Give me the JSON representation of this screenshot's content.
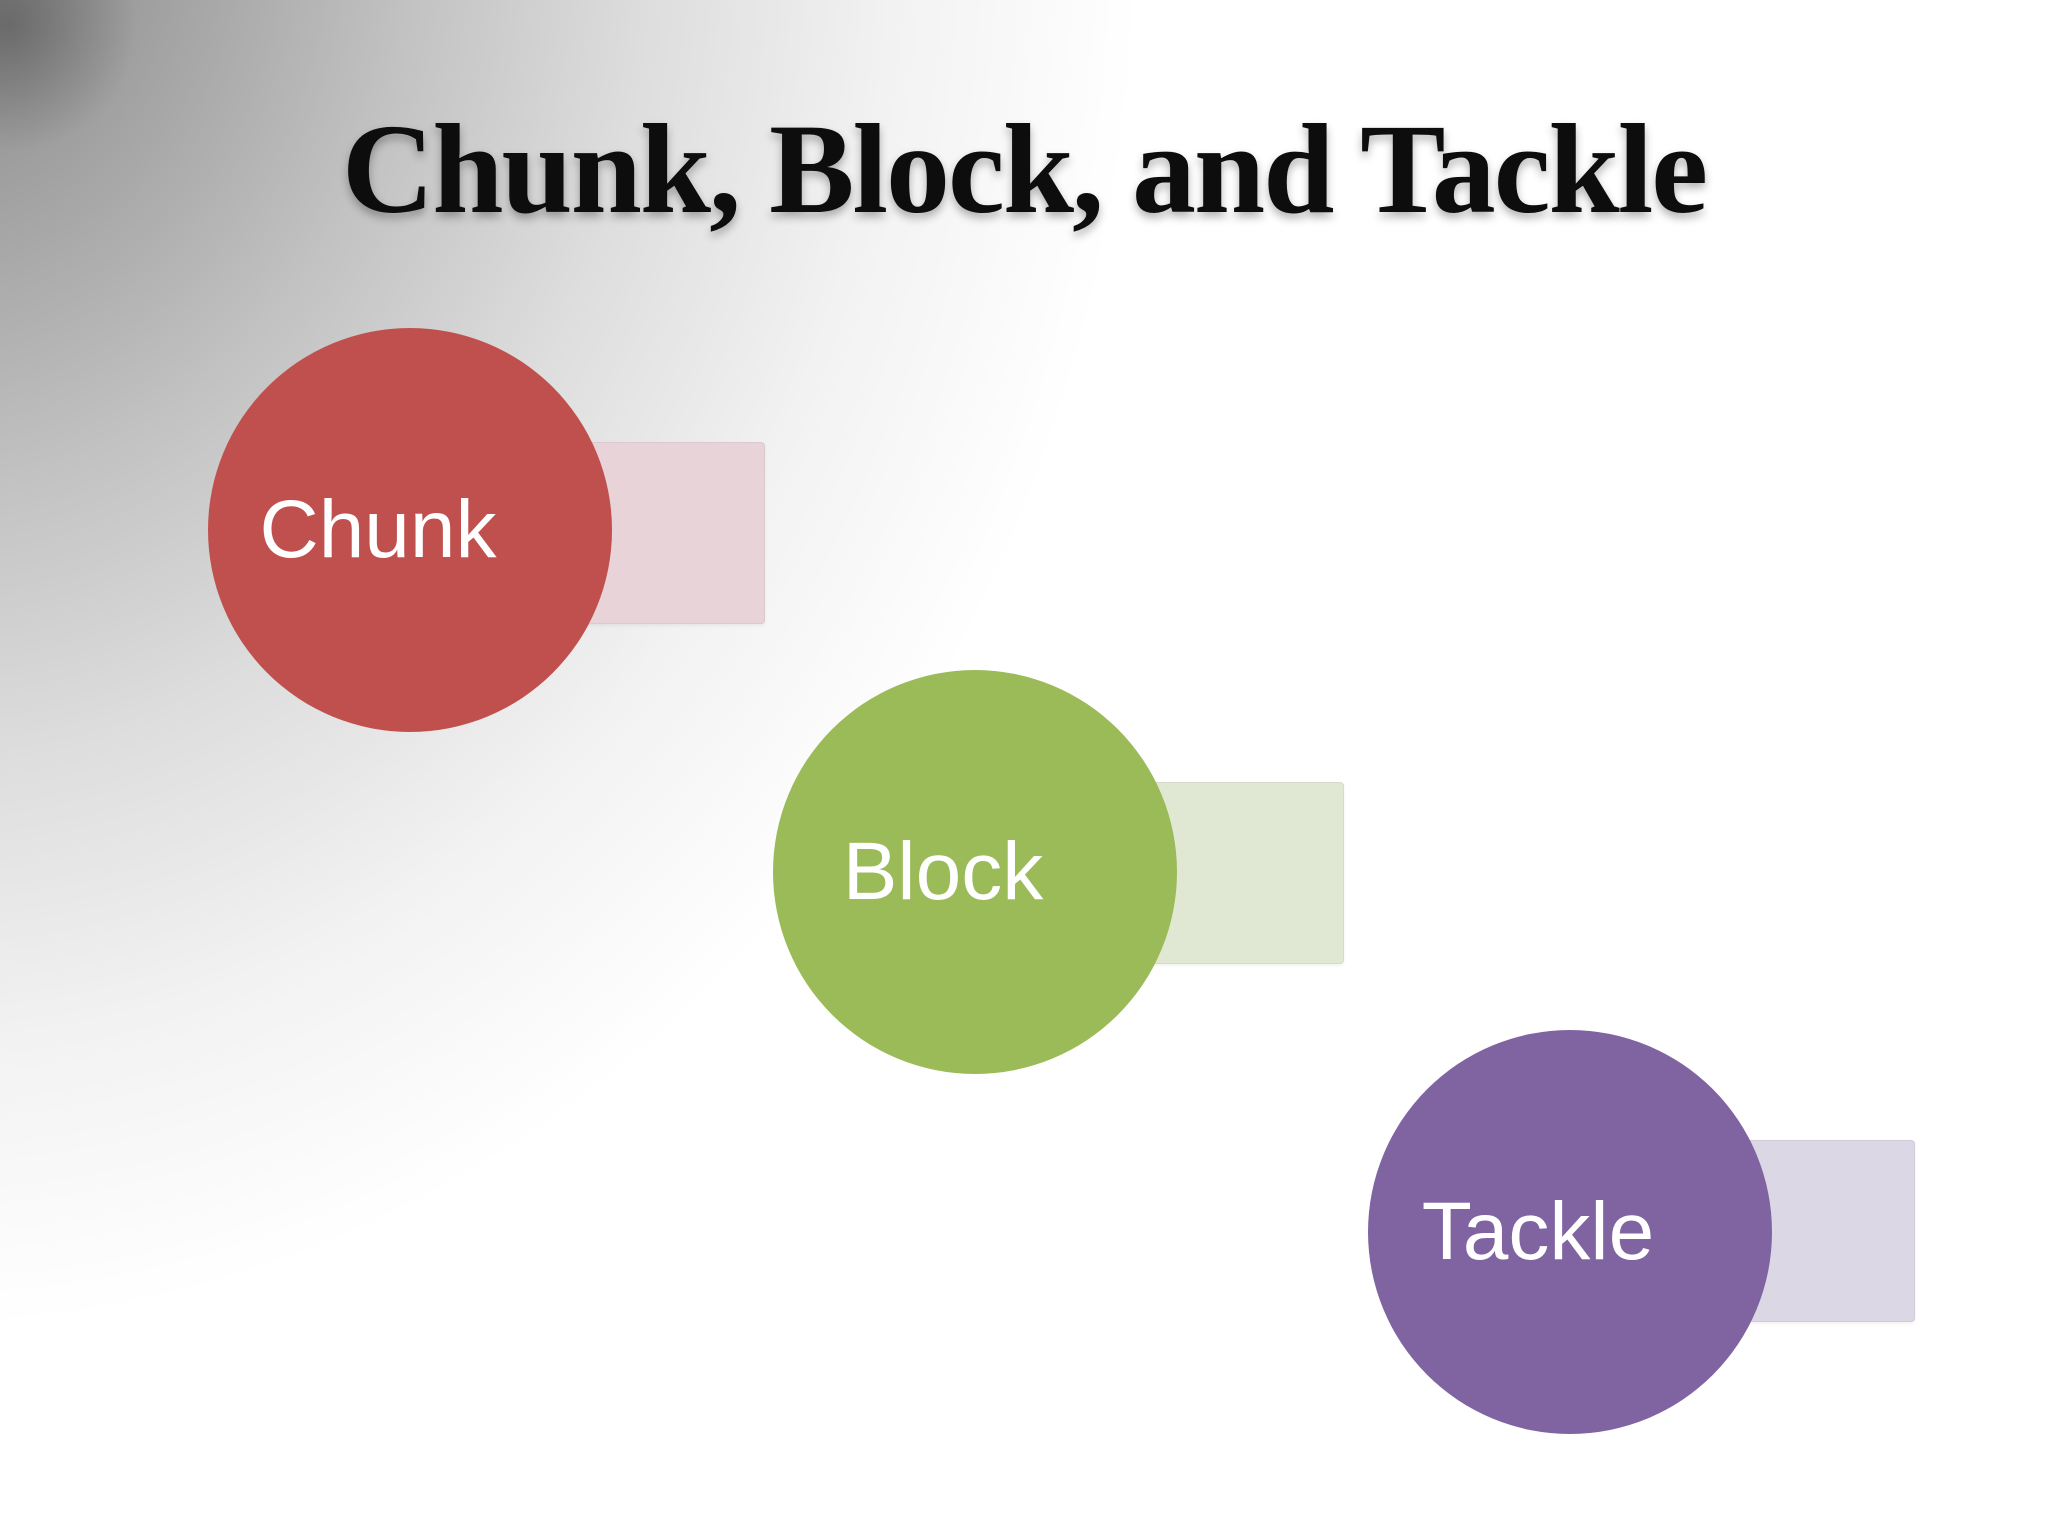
{
  "slide": {
    "title": "Chunk, Block, and Tackle",
    "title_color": "#0d0d0d",
    "background": {
      "corner_color": "#7d7d7d",
      "main_color": "#ffffff",
      "gradient_origin": "top-left"
    }
  },
  "diagram": {
    "type": "sequence-circles",
    "label_color": "#ffffff",
    "items": [
      {
        "label": "Chunk",
        "circle_color": "#c0504d",
        "bar_color": "#e8d3d8"
      },
      {
        "label": "Block",
        "circle_color": "#9bbb59",
        "bar_color": "#e0e8d4"
      },
      {
        "label": "Tackle",
        "circle_color": "#8064a2",
        "bar_color": "#dbd7e4"
      }
    ]
  }
}
